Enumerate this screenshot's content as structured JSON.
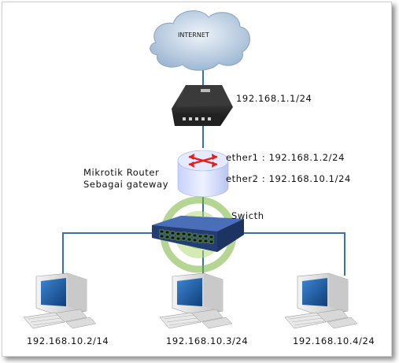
{
  "nodes": {
    "internet": {
      "label": "INTERNET"
    },
    "modem": {
      "ip": "192.168.1.1/24"
    },
    "router": {
      "label_line1": "Mikrotik Router",
      "label_line2": "Sebagai gateway",
      "ether1": "ether1 : 192.168.1.2/24",
      "ether2": "ether2 : 192.168.10.1/24"
    },
    "switch": {
      "label": "Swicth"
    },
    "pcs": [
      {
        "ip": "192.168.10.2/14"
      },
      {
        "ip": "192.168.10.3/24"
      },
      {
        "ip": "192.168.10.4/24"
      }
    ]
  },
  "colors": {
    "link": "#3b6fa8",
    "cloud": "#c9d9ea",
    "router_top": "#e4ebff",
    "switch": "#2f4d8f",
    "monitor_screen": "#1b5ea8"
  }
}
